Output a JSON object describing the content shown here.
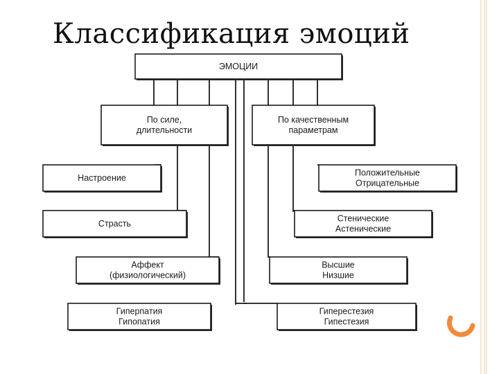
{
  "slide": {
    "title": "Классификация эмоций"
  },
  "diagram": {
    "root": [
      "ЭМОЦИИ"
    ],
    "left_group": [
      "По силе,",
      "длительности"
    ],
    "right_group": [
      "По качественным",
      "параметрам"
    ],
    "left_items": [
      [
        "Настроение"
      ],
      [
        "Страсть"
      ],
      [
        "Аффект",
        "(физиологический)"
      ],
      [
        "Гиперпатия",
        "Гипопатия"
      ]
    ],
    "right_items": [
      [
        "Положительные",
        "Отрицательные"
      ],
      [
        "Стенические",
        "Астенические"
      ],
      [
        "Высшие",
        "Низшие"
      ],
      [
        "Гиперестезия",
        "Гипестезия"
      ]
    ]
  },
  "colors": {
    "accent": "#f28a3a",
    "frame": "#e8c9a8"
  }
}
